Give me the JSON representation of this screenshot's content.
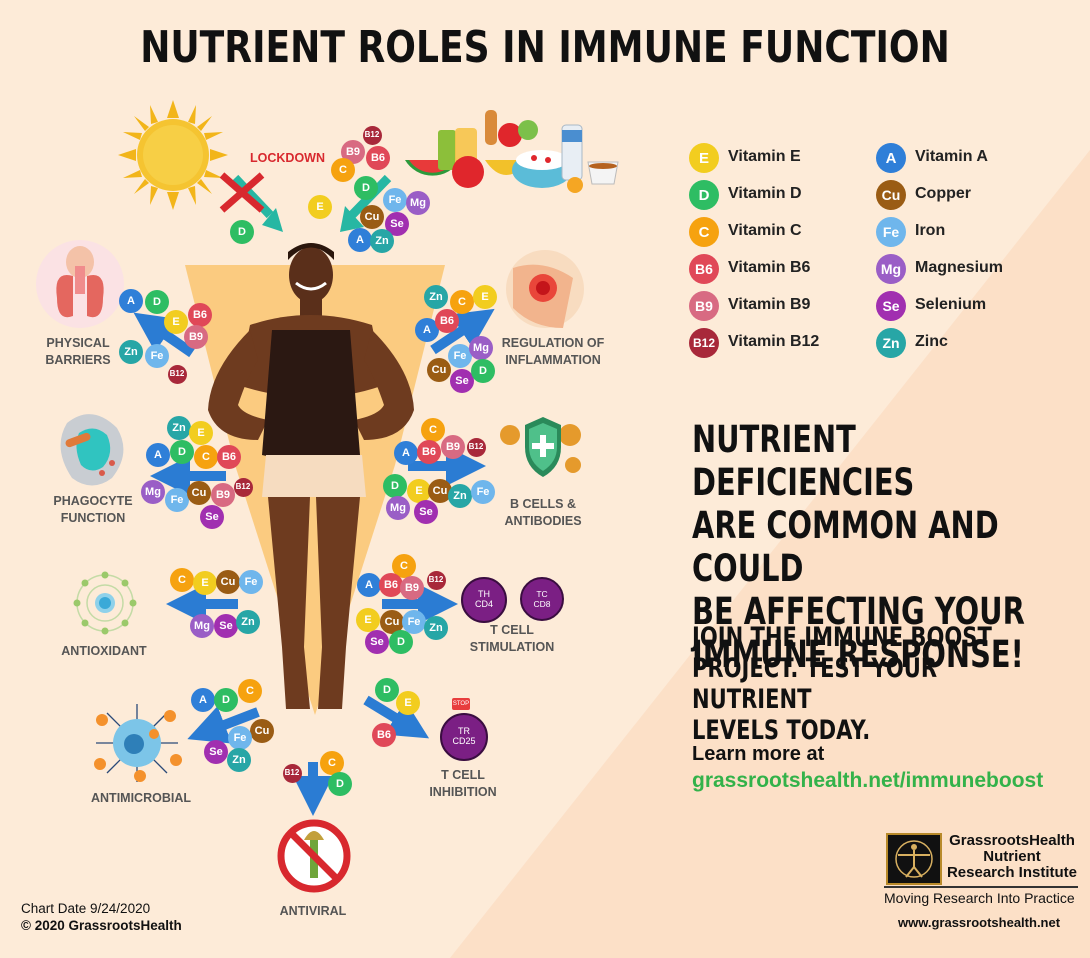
{
  "title": "NUTRIENT ROLES IN IMMUNE FUNCTION",
  "lockdown_label": "LOCKDOWN",
  "colors": {
    "E": "#f2cd1f",
    "D": "#2ebd63",
    "C": "#f6a20f",
    "B6": "#e04858",
    "B9": "#d86a82",
    "B12": "#a8283a",
    "A": "#2f7fd8",
    "Cu": "#9a5c14",
    "Fe": "#6fb6ec",
    "Mg": "#9a5ec6",
    "Se": "#a12fb0",
    "Zn": "#27a6a6",
    "arrow": "#2b7cd3",
    "background": "#fdebd8",
    "accent_green": "#33b24a"
  },
  "legend": [
    {
      "symbol": "E",
      "name": "Vitamin E"
    },
    {
      "symbol": "D",
      "name": "Vitamin D"
    },
    {
      "symbol": "C",
      "name": "Vitamin C"
    },
    {
      "symbol": "B6",
      "name": "Vitamin B6"
    },
    {
      "symbol": "B9",
      "name": "Vitamin B9"
    },
    {
      "symbol": "B12",
      "name": "Vitamin B12"
    },
    {
      "symbol": "A",
      "name": "Vitamin A"
    },
    {
      "symbol": "Cu",
      "name": "Copper"
    },
    {
      "symbol": "Fe",
      "name": "Iron"
    },
    {
      "symbol": "Mg",
      "name": "Magnesium"
    },
    {
      "symbol": "Se",
      "name": "Selenium"
    },
    {
      "symbol": "Zn",
      "name": "Zinc"
    }
  ],
  "roles": {
    "physical_barriers": "PHYSICAL\nBARRIERS",
    "regulation_inflammation": "REGULATION OF\nINFLAMMATION",
    "phagocyte": "PHAGOCYTE\nFUNCTION",
    "b_cells": "B CELLS &\nANTIBODIES",
    "antioxidant": "ANTIOXIDANT",
    "t_cell_stimulation": "T CELL\nSTIMULATION",
    "antimicrobial": "ANTIMICROBIAL",
    "t_cell_inhibition": "T CELL\nINHIBITION",
    "antiviral": "ANTIVIRAL"
  },
  "cell_labels": {
    "cd4": "CD4",
    "cd8": "CD8",
    "cd25": "CD25",
    "th": "TH",
    "tc": "TC",
    "tr": "TR",
    "stop": "STOP"
  },
  "message": "NUTRIENT DEFICIENCIES\nARE COMMON AND COULD\nBE AFFECTING YOUR\nIMMUNE RESPONSE!",
  "cta": "JOIN THE IMMUNE BOOST\nPROJECT. TEST YOUR NUTRIENT\nLEVELS TODAY.",
  "learn_more": "Learn more at",
  "url": "grassrootshealth.net/immuneboost",
  "footer": {
    "chart_date": "Chart Date 9/24/2020",
    "copyright": "© 2020 GrassrootsHealth",
    "org_line1": "GrassrootsHealth",
    "org_line2": "Nutrient",
    "org_line3": "Research Institute",
    "tagline": "Moving Research Into Practice",
    "website": "www.grassrootshealth.net"
  },
  "nutrient_groups": {
    "lockdown_sun": [
      "D"
    ],
    "food": [
      "B12",
      "B9",
      "B6",
      "C",
      "D",
      "E",
      "Fe",
      "Mg",
      "Cu",
      "Se",
      "A",
      "Zn"
    ],
    "physical_barriers": [
      "A",
      "D",
      "E",
      "B6",
      "B9",
      "Zn",
      "Fe",
      "B12"
    ],
    "regulation_inflammation": [
      "Zn",
      "C",
      "E",
      "A",
      "B6",
      "Fe",
      "Mg",
      "Cu",
      "Se",
      "D"
    ],
    "phagocyte": [
      "Zn",
      "E",
      "A",
      "D",
      "C",
      "B6",
      "B12",
      "Mg",
      "Fe",
      "Cu",
      "B9",
      "Se"
    ],
    "b_cells": [
      "C",
      "A",
      "B6",
      "B9",
      "B12",
      "D",
      "E",
      "Cu",
      "Zn",
      "Fe",
      "Mg",
      "Se"
    ],
    "antioxidant": [
      "C",
      "E",
      "Cu",
      "Fe",
      "Mg",
      "Se",
      "Zn"
    ],
    "t_cell_stimulation": [
      "C",
      "A",
      "B6",
      "B9",
      "B12",
      "E",
      "Cu",
      "Fe",
      "Zn",
      "Se",
      "D"
    ],
    "antimicrobial": [
      "A",
      "D",
      "C",
      "Cu",
      "Fe",
      "Se",
      "Zn"
    ],
    "t_cell_inhibition": [
      "D",
      "E",
      "B6"
    ],
    "antiviral": [
      "C",
      "B12",
      "D"
    ]
  }
}
